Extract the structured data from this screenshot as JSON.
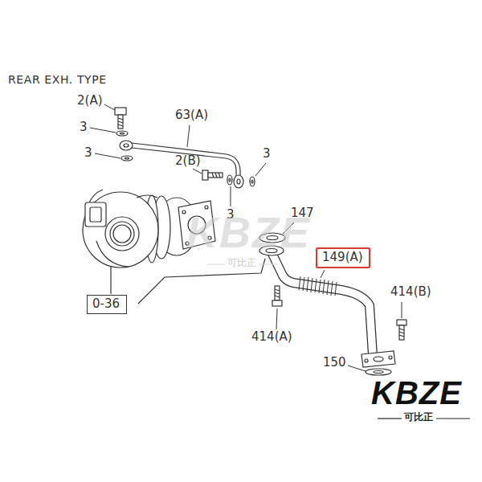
{
  "diagram": {
    "title": "REAR EXH. TYPE",
    "nodes": [
      {
        "text": [
          "149(A)"
        ]
      },
      {
        "text": [
          "0-36"
        ]
      }
    ],
    "labels": [
      "2(A)",
      "3",
      "3",
      "63(A)",
      "2(B)",
      "3",
      "3",
      "147",
      "414(B)",
      "414(A)",
      "150",
      "KBZE",
      "可比正",
      "KBZE",
      "可比正"
    ]
  }
}
